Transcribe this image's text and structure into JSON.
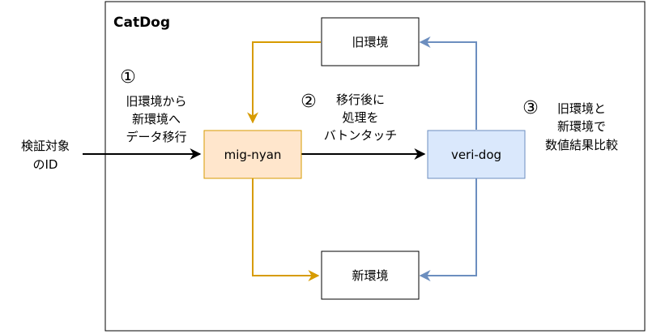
{
  "container": {
    "title": "CatDog"
  },
  "nodes": {
    "old_env": {
      "label": "旧環境"
    },
    "new_env": {
      "label": "新環境"
    },
    "mig_nyan": {
      "label": "mig-nyan",
      "fill": "#ffe6cc",
      "stroke": "#d79b00"
    },
    "veri_dog": {
      "label": "veri-dog",
      "fill": "#dae8fc",
      "stroke": "#6c8ebf"
    }
  },
  "input": {
    "lines": [
      "検証対象",
      "のID"
    ]
  },
  "steps": [
    {
      "marker": "①",
      "lines": [
        "旧環境から",
        "新環境へ",
        "データ移行"
      ]
    },
    {
      "marker": "②",
      "lines": [
        "移行後に",
        "処理を",
        "バトンタッチ"
      ]
    },
    {
      "marker": "③",
      "lines": [
        "旧環境と",
        "新環境で",
        "数値結果比較"
      ]
    }
  ],
  "edge_colors": {
    "mig": "#d79b00",
    "veri": "#6c8ebf",
    "main": "#000000"
  }
}
